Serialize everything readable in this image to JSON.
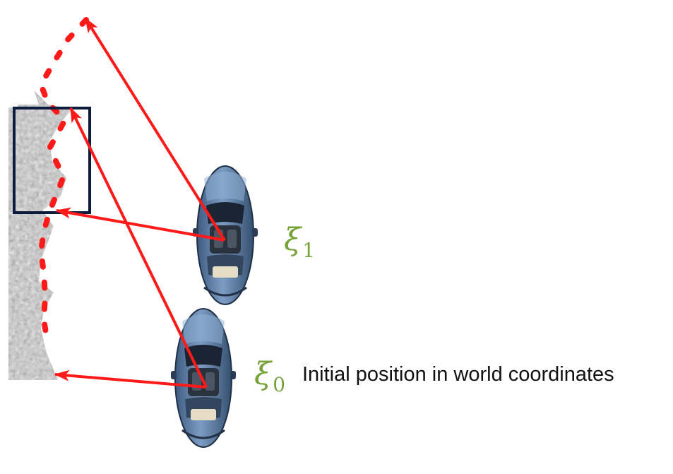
{
  "pose_labels": {
    "current": {
      "symbol": "ξ",
      "index": "1"
    },
    "initial": {
      "symbol": "ξ",
      "index": "0"
    }
  },
  "caption": "Initial position in world coordinates",
  "colors": {
    "ray": "#ff1a1a",
    "pose_label": "#77a33a",
    "window": "#0d1b3e",
    "car_body": "#5f7ea5",
    "wall": "#b8b8b8"
  },
  "icons": {
    "vehicle": "car-top-view-icon",
    "surface": "noisy-wall-texture"
  }
}
